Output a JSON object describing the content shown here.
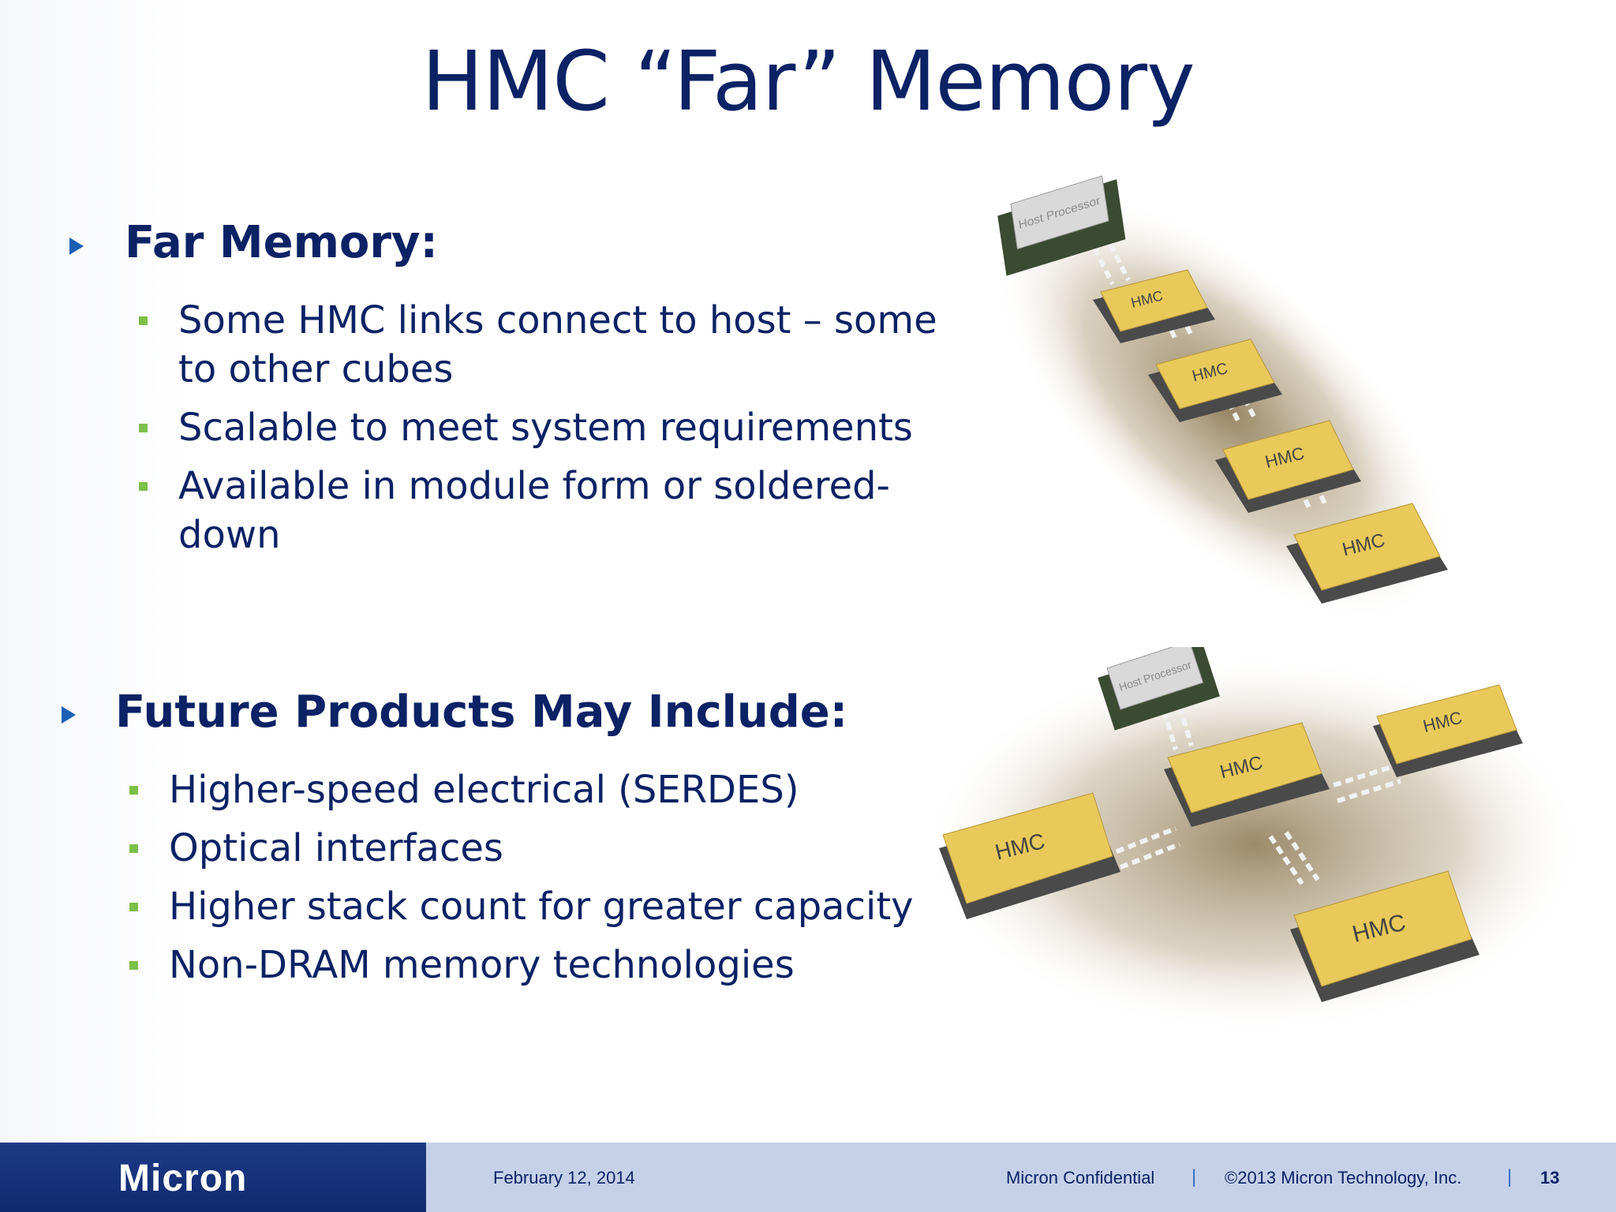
{
  "slide": {
    "title": "HMC “Far” Memory",
    "sections": [
      {
        "heading": "Far Memory:",
        "bullets": [
          "Some HMC links connect to host – some to other cubes",
          "Scalable to meet system requirements",
          "Available in module form or soldered-down"
        ]
      },
      {
        "heading": "Future Products May Include:",
        "bullets": [
          "Higher-speed electrical (SERDES)",
          "Optical interfaces",
          "Higher stack count for greater capacity",
          "Non-DRAM memory technologies"
        ]
      }
    ]
  },
  "illustrations": {
    "chain": {
      "host_label": "Host Processor",
      "cube_label": "HMC",
      "cube_count": 4
    },
    "star": {
      "host_label": "Host Processor",
      "cube_label": "HMC",
      "cube_count": 4
    }
  },
  "footer": {
    "logo": "Micron",
    "date": "February 12, 2014",
    "confidential": "Micron Confidential",
    "separator": "|",
    "copyright": "©2013 Micron Technology, Inc.",
    "page_number": "13"
  },
  "colors": {
    "title": "#0b2265",
    "bullet_square": "#7cc04a",
    "arrow": "#1a5fb4",
    "cube": "#e8c95a",
    "footer_bar": "#c5d1e8",
    "footer_logo_panel": "#0f2a6e"
  }
}
